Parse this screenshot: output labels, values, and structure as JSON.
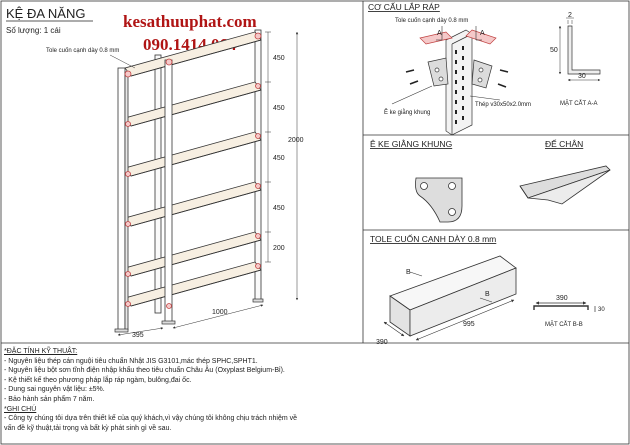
{
  "title": "KỆ ĐA NĂNG",
  "quantity": "Số lượng: 1 cái",
  "brand": {
    "website": "kesathuuphat.com",
    "phone": "090.1414.064",
    "color": "#b01414"
  },
  "shelf_view": {
    "tole_label": "Tole cuốn cạnh dày 0.8 mm",
    "height_dims": [
      "450",
      "450",
      "450",
      "450",
      "200"
    ],
    "total_height": "2000",
    "width": "1000",
    "depth": "395"
  },
  "assembly": {
    "heading": "CƠ CẤU LẮP RÁP",
    "tole_label": "Tole cuốn cạnh dày 0.8 mm",
    "section_marker": "A",
    "brace_label": "Ê ke giằng khung",
    "steel_label": "Thép v30x50x2.0mm"
  },
  "section_aa": {
    "label": "MẶT CẮT A-A",
    "thickness": "2",
    "height": "50",
    "width": "30"
  },
  "brace": {
    "heading": "Ê KE GIẰNG KHUNG"
  },
  "foot": {
    "heading": "ĐẾ CHÂN"
  },
  "panel": {
    "heading": "TOLE CUỐN CẠNH DÀY 0.8 mm",
    "marker": "B",
    "length": "995",
    "depth": "390"
  },
  "section_bb": {
    "label": "MẶT CẮT B-B",
    "width": "390",
    "height": "30"
  },
  "specs": {
    "heading": "*ĐẶC TÍNH KỸ THUẬT:",
    "items": [
      "- Nguyên liệu thép cán nguội tiêu chuẩn Nhật JIS G3101,mác thép SPHC,SPHT1.",
      "- Nguyên liệu bột sơn tĩnh điện nhập khẩu theo tiêu chuẩn Châu Âu (Oxyplast Belgium-Bỉ).",
      "- Kệ thiết kế theo phương pháp lắp ráp ngàm, bulông,đai ốc.",
      "- Dung sai nguyên vật liệu: ±5%.",
      "- Bảo hành sản phẩm 7 năm."
    ]
  },
  "notes": {
    "heading": "*GHI CHÚ",
    "items": [
      "- Công ty chúng tôi dựa trên thiết kế của quý khách,vì vậy chúng tôi không chịu trách nhiệm về",
      "vấn đề kỹ thuật,tải trọng và bất kỳ phát sinh gì về sau."
    ]
  }
}
